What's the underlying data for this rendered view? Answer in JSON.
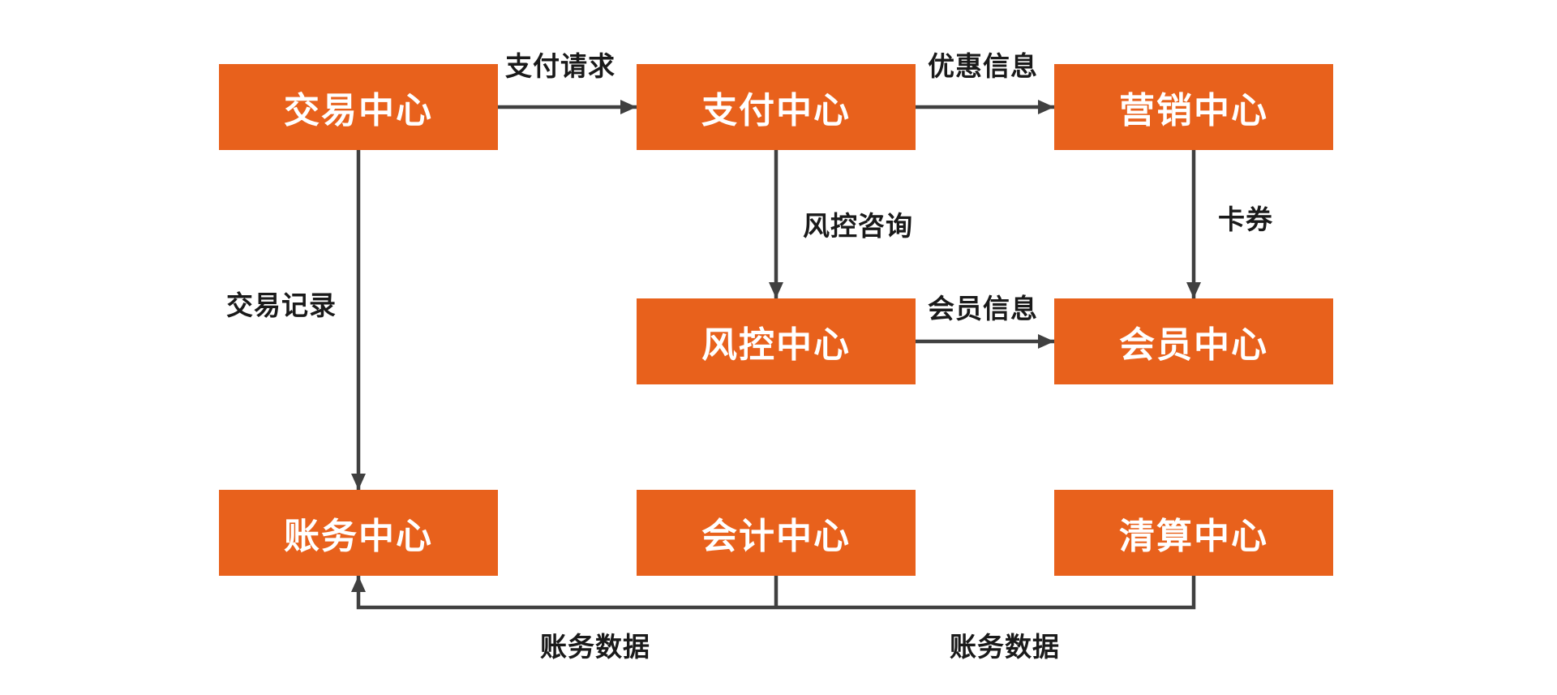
{
  "diagram": {
    "title": "",
    "colors": {
      "background": "#FFFFFF",
      "node_fill": "#E8611C",
      "node_text": "#FFFFFF",
      "edge": "#404040",
      "label_text": "#1A1A1A"
    },
    "nodes": [
      {
        "id": "trading-center",
        "label": "交易中心"
      },
      {
        "id": "payment-center",
        "label": "支付中心"
      },
      {
        "id": "marketing-center",
        "label": "营销中心"
      },
      {
        "id": "risk-center",
        "label": "风控中心"
      },
      {
        "id": "member-center",
        "label": "会员中心"
      },
      {
        "id": "account-center",
        "label": "账务中心"
      },
      {
        "id": "accounting-center",
        "label": "会计中心"
      },
      {
        "id": "clearing-center",
        "label": "清算中心"
      }
    ],
    "edges": [
      {
        "from": "trading-center",
        "to": "payment-center",
        "label": "支付请求"
      },
      {
        "from": "payment-center",
        "to": "marketing-center",
        "label": "优惠信息"
      },
      {
        "from": "payment-center",
        "to": "risk-center",
        "label": "风控咨询"
      },
      {
        "from": "marketing-center",
        "to": "member-center",
        "label": "卡券"
      },
      {
        "from": "risk-center",
        "to": "member-center",
        "label": "会员信息"
      },
      {
        "from": "trading-center",
        "to": "account-center",
        "label": "交易记录"
      },
      {
        "from": "accounting-center",
        "to": "account-center",
        "label": "账务数据"
      },
      {
        "from": "clearing-center",
        "to": "account-center",
        "label": "账务数据"
      }
    ]
  }
}
